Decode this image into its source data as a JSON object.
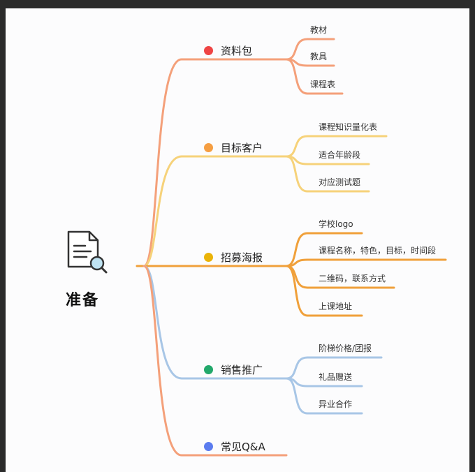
{
  "root": {
    "title": "准备",
    "icon": "document-search-icon"
  },
  "branches": [
    {
      "id": "materials",
      "label": "资料包",
      "dot_color": "#ef4444",
      "line_color": "#f4a07a",
      "children": [
        "教材",
        "教具",
        "课程表"
      ]
    },
    {
      "id": "customers",
      "label": "目标客户",
      "dot_color": "#f59e42",
      "line_color": "#f6d27a",
      "children": [
        "课程知识量化表",
        "适合年龄段",
        "对应测试题"
      ]
    },
    {
      "id": "poster",
      "label": "招募海报",
      "dot_color": "#eab308",
      "line_color": "#f0a03a",
      "children": [
        "学校logo",
        "课程名称，特色，目标，时间段",
        "二维码，联系方式",
        "上课地址"
      ]
    },
    {
      "id": "sales",
      "label": "销售推广",
      "dot_color": "#22a86b",
      "line_color": "#a8c6e6",
      "children": [
        "阶梯价格/团报",
        "礼品赠送",
        "异业合作"
      ]
    },
    {
      "id": "faq",
      "label": "常见Q&A",
      "dot_color": "#5b7cef",
      "line_color": "#f4a07a",
      "children": []
    }
  ]
}
